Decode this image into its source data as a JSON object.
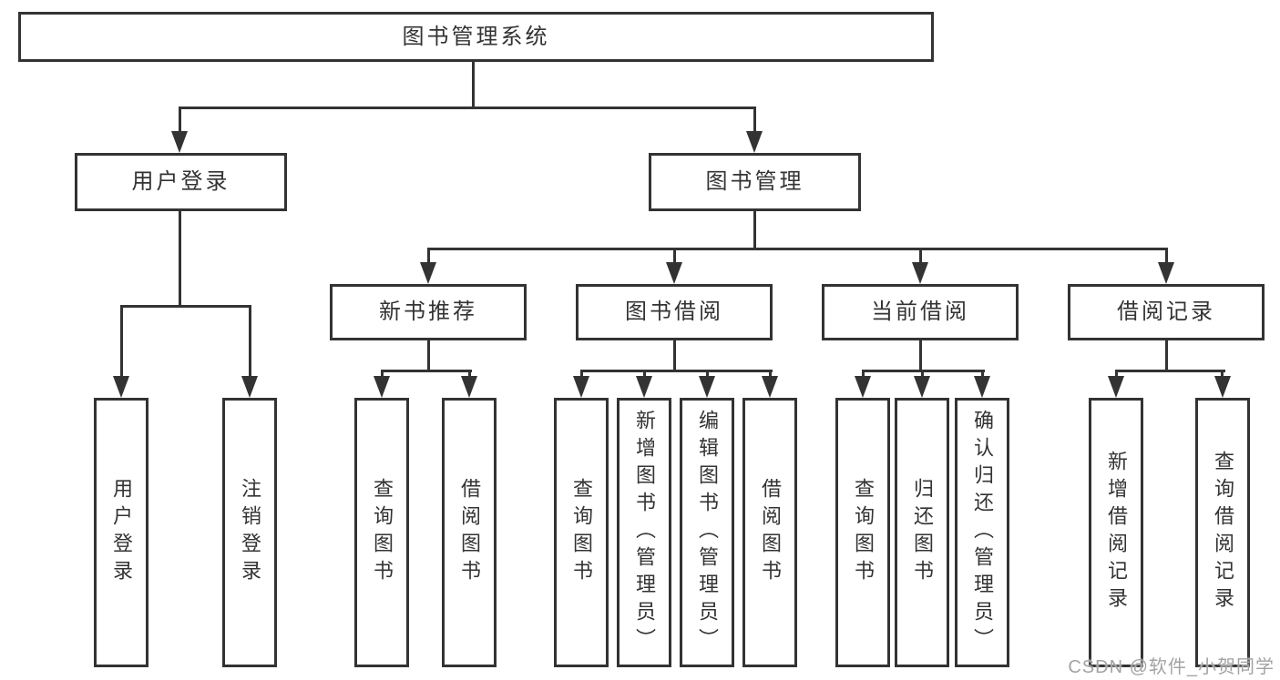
{
  "colors": {
    "line": "#333333",
    "text": "#333333",
    "canvas": "#ffffff",
    "watermark": "#a3a3a3"
  },
  "diagram": {
    "title": "图书管理系统",
    "root": {
      "label": "图书管理系统"
    },
    "level2": [
      {
        "label": "用户登录"
      },
      {
        "label": "图书管理"
      }
    ],
    "level3": [
      {
        "label": "新书推荐"
      },
      {
        "label": "图书借阅"
      },
      {
        "label": "当前借阅"
      },
      {
        "label": "借阅记录"
      }
    ],
    "leaves": {
      "login": [
        "用户登录",
        "注销登录"
      ],
      "new_book": [
        "查询图书",
        "借阅图书"
      ],
      "borrow": [
        "查询图书",
        "新增图书（管理员）",
        "编辑图书（管理员）",
        "借阅图书"
      ],
      "current": [
        "查询图书",
        "归还图书",
        "确认归还（管理员）"
      ],
      "records": [
        "新增借阅记录",
        "查询借阅记录"
      ]
    }
  },
  "watermark": {
    "text": "CSDN @软件_小贺同学"
  }
}
